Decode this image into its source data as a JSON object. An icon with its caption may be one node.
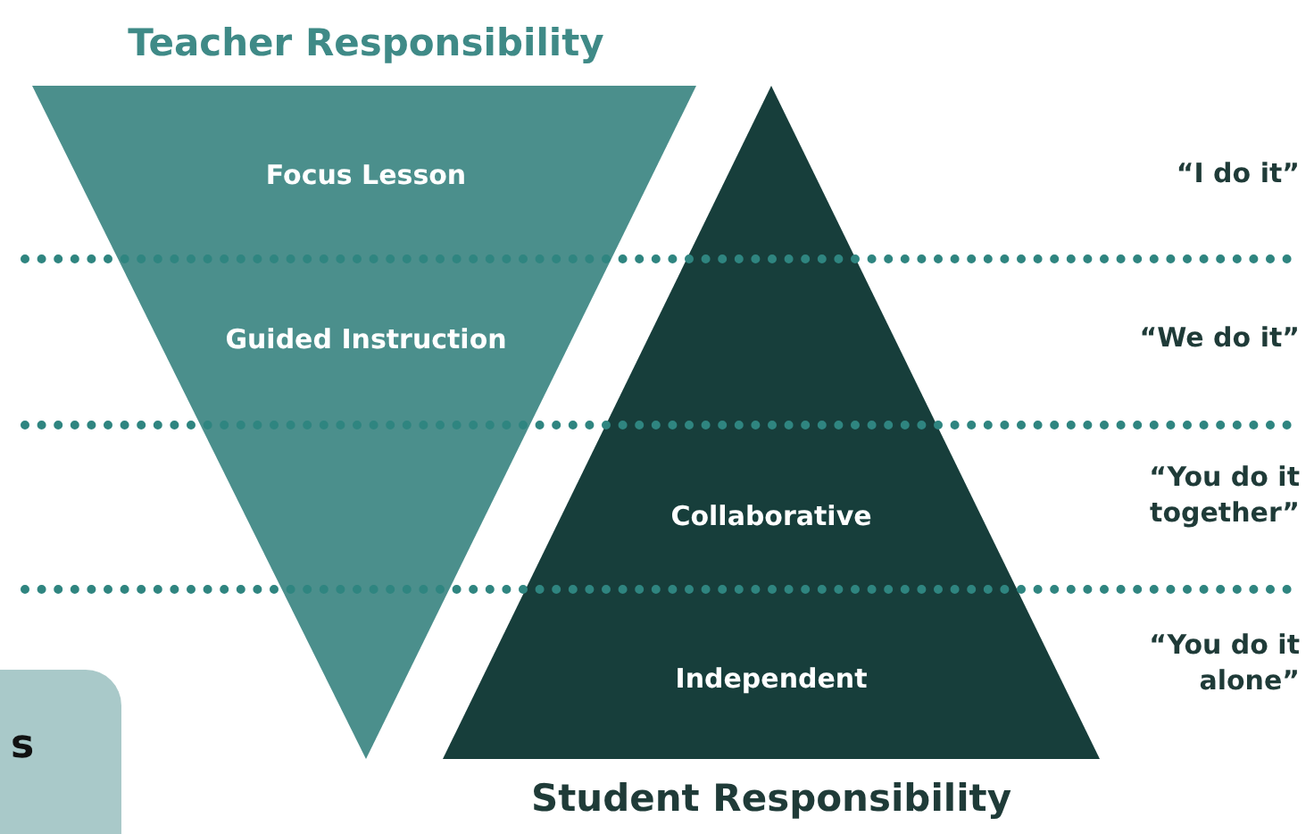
{
  "diagram": {
    "nodes": [
      {
        "text": [
          "Teacher Responsibility",
          "Focus Lesson",
          "Guided Instruction"
        ]
      },
      {
        "text": [
          "Collaborative",
          "Independent",
          "Student Responsibility"
        ]
      },
      {
        "text": [
          "s"
        ]
      }
    ],
    "labels": [
      "“I do it”",
      "“We do it”",
      "“You do it together”",
      "“You do it alone”"
    ]
  }
}
